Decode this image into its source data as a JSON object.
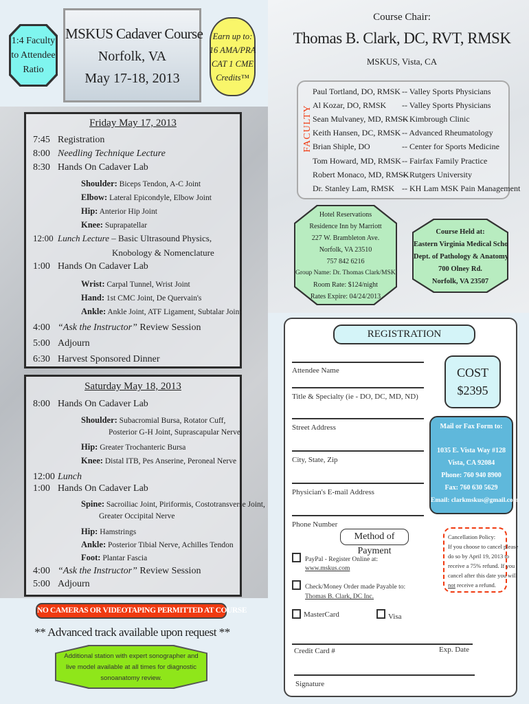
{
  "header": {
    "ratio_badge": [
      "1:4 Faculty",
      "to Attendee",
      "Ratio"
    ],
    "title": "MSKUS Cadaver Course",
    "location": "Norfolk, VA",
    "dates": "May 17-18, 2013",
    "cme_badge": [
      "Earn up to:",
      "16 AMA/PRA",
      "CAT 1 CME",
      "Credits™"
    ]
  },
  "friday": {
    "title": "Friday May 17, 2013",
    "items": [
      {
        "time": "7:45",
        "text": "Registration"
      },
      {
        "time": "8:00",
        "text": "Needling Technique Lecture"
      },
      {
        "time": "8:30",
        "text": "Hands On Cadaver Lab"
      },
      {
        "label": "Shoulder:",
        "text": "Biceps Tendon, A-C Joint"
      },
      {
        "label": "Elbow:",
        "text": "Lateral Epicondyle, Elbow Joint"
      },
      {
        "label": "Hip:",
        "text": "Anterior Hip Joint"
      },
      {
        "label": "Knee:",
        "text": "Suprapatellar"
      },
      {
        "time": "12:00",
        "em": "Lunch Lecture",
        "text": " – Basic Ultrasound Physics,"
      },
      {
        "text": "Knobology & Nomenclature"
      },
      {
        "time": "1:00",
        "text": "Hands On Cadaver Lab"
      },
      {
        "label": "Wrist:",
        "text": "Carpal Tunnel, Wrist Joint"
      },
      {
        "label": "Hand:",
        "text": "1st CMC Joint, De Quervain's"
      },
      {
        "label": "Ankle:",
        "text": "Ankle Joint, ATF Ligament, Subtalar Joint"
      },
      {
        "time": "4:00",
        "em": "“Ask the Instructor”",
        "text": " Review Session"
      },
      {
        "time": "5:00",
        "text": "Adjourn"
      },
      {
        "time": "6:30",
        "text": "Harvest Sponsored Dinner"
      }
    ]
  },
  "saturday": {
    "title": "Saturday May 18, 2013",
    "items": [
      {
        "time": "8:00",
        "text": "Hands On Cadaver Lab"
      },
      {
        "label": "Shoulder:",
        "text": "Subacromial Bursa, Rotator Cuff,"
      },
      {
        "text": "Posterior G-H Joint, Suprascapular Nerve"
      },
      {
        "label": "Hip:",
        "text": "Greater Trochanteric Bursa"
      },
      {
        "label": "Knee:",
        "text": "Distal ITB, Pes Anserine, Peroneal Nerve"
      },
      {
        "time": "12:00",
        "em": "Lunch"
      },
      {
        "time": "1:00",
        "text": "Hands On Cadaver Lab"
      },
      {
        "label": "Spine:",
        "text": "Sacroiliac Joint, Piriformis, Costotransverse Joint,"
      },
      {
        "text": "Greater Occipital Nerve"
      },
      {
        "label": "Hip:",
        "text": "Hamstrings"
      },
      {
        "label": "Ankle:",
        "text": "Posterior Tibial Nerve, Achilles Tendon"
      },
      {
        "label": "Foot:",
        "text": "Plantar Fascia"
      },
      {
        "time": "4:00",
        "em": "“Ask the Instructor”",
        "text": " Review Session"
      },
      {
        "time": "5:00",
        "text": "Adjourn"
      }
    ]
  },
  "banner": "NO CAMERAS OR VIDEOTAPING PERMITTED AT COURSE",
  "advanced": "** Advanced track available upon request **",
  "advanced_note": [
    "Additional station with expert sonographer and",
    "live model available at all times for diagnostic",
    "sonoanatomy review."
  ],
  "chair": {
    "label": "Course Chair:",
    "name": "Thomas B. Clark, DC, RVT, RMSK",
    "org": "MSKUS, Vista, CA"
  },
  "faculty": {
    "label": "FACULTY",
    "members": [
      {
        "name": "Paul Tortland, DO, RMSK",
        "aff": "-- Valley Sports Physicians"
      },
      {
        "name": "Al Kozar, DO, RMSK",
        "aff": "-- Valley Sports Physicians"
      },
      {
        "name": "Sean Mulvaney, MD, RMSK",
        "aff": "-- Kimbrough Clinic"
      },
      {
        "name": "Keith Hansen, DC, RMSK",
        "aff": "-- Advanced Rheumatology"
      },
      {
        "name": "Brian Shiple, DO",
        "aff": "-- Center for Sports Medicine"
      },
      {
        "name": "Tom Howard, MD, RMSK",
        "aff": "-- Fairfax Family Practice"
      },
      {
        "name": "Robert Monaco, MD, RMSK",
        "aff": "-- Rutgers University"
      },
      {
        "name": "Dr. Stanley Lam, RMSK",
        "aff": "-- KH Lam MSK Pain Management"
      }
    ]
  },
  "hotel": [
    "Hotel Reservations",
    "Residence Inn by Marriott",
    "227 W. Brambleton Ave.",
    "Norfolk, VA 23510",
    "757 842 6216",
    "Group Name: Dr. Thomas Clark/MSKUS",
    "Room Rate: $124/night",
    "Rates Expire: 04/24/2013"
  ],
  "venue": [
    "Course Held at:",
    "Eastern Virginia Medical School",
    "Dept. of Pathology & Anatomy",
    "700 Olney Rd.",
    "Norfolk, VA 23507"
  ],
  "form": {
    "title": "REGISTRATION",
    "fields": [
      "Attendee Name",
      "Title & Specialty (ie - DO, DC, MD, ND)",
      "Street Address",
      "City, State, Zip",
      "Physician's E-mail Address",
      "Phone Number"
    ],
    "cost_label": "COST",
    "cost": "$2395",
    "mail": [
      "Mail or Fax Form to:",
      "1035 E. Vista Way #128",
      "Vista, CA 92084",
      "Phone: 760 940 8900",
      "Fax: 760 630 5629",
      "Email: clarkmskus@gmail.com"
    ],
    "payment_title": "Method of Payment",
    "paypal": "PayPal - Register Online at:",
    "paypal_url": "www.mskus.com",
    "check": "Check/Money Order made Payable to:",
    "check_payee": "Thomas B. Clark, DC Inc.",
    "mastercard": "MasterCard",
    "visa": "Visa",
    "cancel": [
      "Cancellation Policy:",
      "If you choose to cancel please",
      "do so by April 19, 2013 to",
      "receive a 75% refund. If you",
      "cancel after this date you will"
    ],
    "cancel_not": "not",
    "cancel_end": " receive a refund.",
    "credit_card": "Credit Card #",
    "exp_date": "Exp. Date",
    "signature": "Signature"
  },
  "colors": {
    "cyan": "#7ff5ef",
    "yellow": "#f9f66a",
    "green": "#b8ecc0",
    "red": "#f03a10",
    "blue": "#5fb8db",
    "lime": "#8fe61a"
  }
}
